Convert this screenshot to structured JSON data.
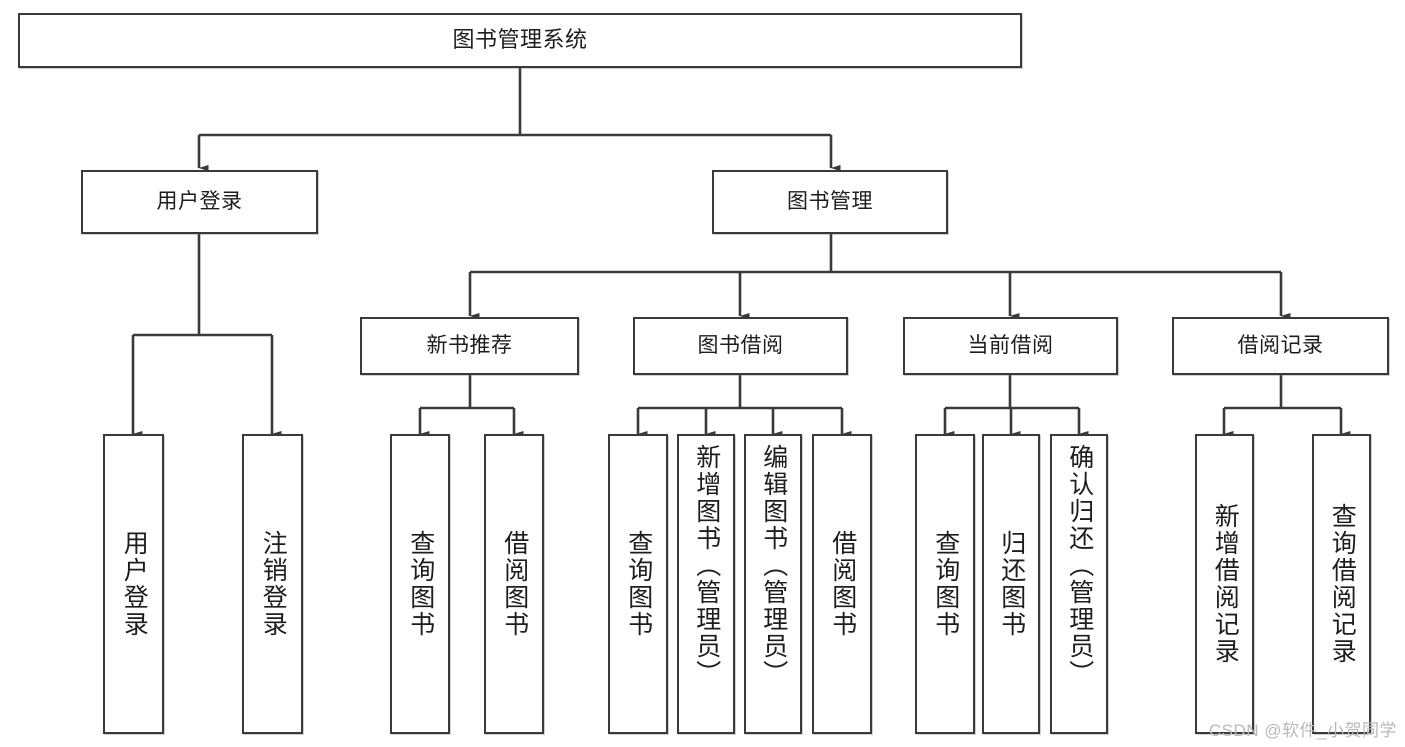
{
  "diagram": {
    "type": "tree-hierarchy",
    "title": "图书管理系统",
    "orientation": "top-down",
    "colors": {
      "box_border": "#3a3a3a",
      "box_fill": "#ffffff",
      "connector": "#3a3a3a",
      "text": "#1d1d1d",
      "watermark": "#b9b9b9"
    },
    "nodes": {
      "root": {
        "label": "图书管理系统",
        "level": 1
      },
      "level2": [
        {
          "id": "user-login",
          "label": "用户登录"
        },
        {
          "id": "book-manage",
          "label": "图书管理"
        }
      ],
      "level3": [
        {
          "id": "new-book-recommend",
          "label": "新书推荐",
          "parent": "book-manage"
        },
        {
          "id": "book-borrow",
          "label": "图书借阅",
          "parent": "book-manage"
        },
        {
          "id": "current-borrow",
          "label": "当前借阅",
          "parent": "book-manage"
        },
        {
          "id": "borrow-record",
          "label": "借阅记录",
          "parent": "book-manage"
        }
      ],
      "leaves": [
        {
          "id": "leaf-user-login",
          "label": "用户登录",
          "parent": "user-login"
        },
        {
          "id": "leaf-logout-login",
          "label": "注销登录",
          "parent": "user-login"
        },
        {
          "id": "leaf-query-book-1",
          "label": "查询图书",
          "parent": "new-book-recommend"
        },
        {
          "id": "leaf-borrow-book-1",
          "label": "借阅图书",
          "parent": "new-book-recommend"
        },
        {
          "id": "leaf-query-book-2",
          "label": "查询图书",
          "parent": "book-borrow"
        },
        {
          "id": "leaf-add-book",
          "label": "新增图书（管理员）",
          "parent": "book-borrow"
        },
        {
          "id": "leaf-edit-book",
          "label": "编辑图书（管理员）",
          "parent": "book-borrow"
        },
        {
          "id": "leaf-borrow-book-2",
          "label": "借阅图书",
          "parent": "book-borrow"
        },
        {
          "id": "leaf-query-book-3",
          "label": "查询图书",
          "parent": "current-borrow"
        },
        {
          "id": "leaf-return-book",
          "label": "归还图书",
          "parent": "current-borrow"
        },
        {
          "id": "leaf-confirm-return",
          "label": "确认归还（管理员）",
          "parent": "current-borrow"
        },
        {
          "id": "leaf-add-record",
          "label": "新增借阅记录",
          "parent": "borrow-record"
        },
        {
          "id": "leaf-query-record",
          "label": "查询借阅记录",
          "parent": "borrow-record"
        }
      ]
    }
  },
  "watermark": {
    "text": "CSDN @软件_小贺同学"
  }
}
